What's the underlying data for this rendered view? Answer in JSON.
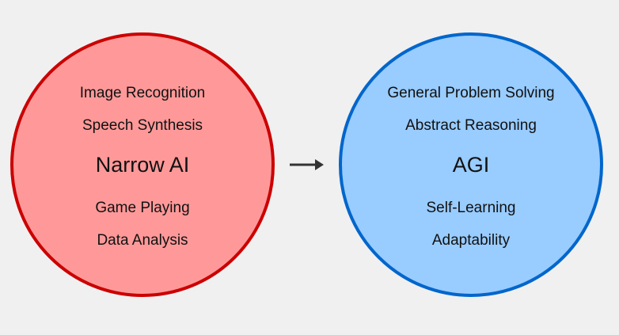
{
  "colors": {
    "background": "#f0f0f0",
    "narrow_fill": "#ff9999",
    "narrow_stroke": "#cc0000",
    "agi_fill": "#99ccff",
    "agi_stroke": "#0066cc",
    "arrow": "#333333"
  },
  "narrow": {
    "title": "Narrow AI",
    "items": [
      "Image Recognition",
      "Speech Synthesis",
      "Game Playing",
      "Data Analysis"
    ]
  },
  "agi": {
    "title": "AGI",
    "items": [
      "General Problem Solving",
      "Abstract Reasoning",
      "Self-Learning",
      "Adaptability"
    ]
  },
  "arrow_icon": "right-arrow-icon"
}
